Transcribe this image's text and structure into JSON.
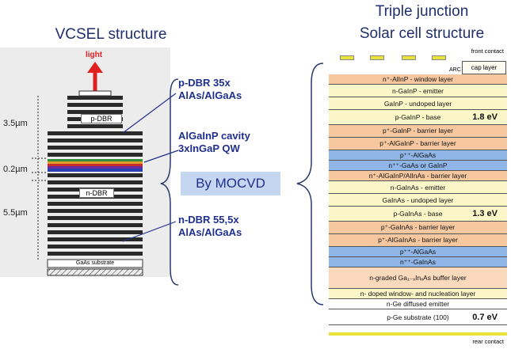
{
  "vcsel": {
    "title": "VCSEL structure",
    "light": "light",
    "p_dbr_label": "p-DBR",
    "n_dbr_label": "n-DBR",
    "substrate": "GaAs substrate",
    "dim_top": "3.5µm",
    "dim_mid": "0.2µm",
    "dim_bot": "5.5µm",
    "callout_pdbr": [
      "p-DBR 35x",
      "AlAs/AlGaAs"
    ],
    "callout_cavity": [
      "AlGaInP cavity",
      "3xInGaP QW"
    ],
    "callout_ndbr": [
      "n-DBR 55,5x",
      "AlAs/AlGaAs"
    ]
  },
  "mocvd_label": "By MOCVD",
  "solar": {
    "title_line1": "Triple junction",
    "title_line2": "Solar cell structure",
    "front_contact": "front contact",
    "cap_layer": "cap layer",
    "arc": "ARC",
    "rear_contact": "rear contact",
    "layers": [
      {
        "text": "n⁺-AlInP - window layer",
        "color": "#f7c8a0"
      },
      {
        "text": "n-GaInP - emitter",
        "color": "#fbf6c8"
      },
      {
        "text": "GaInP - undoped layer",
        "color": "#fbf6c8"
      },
      {
        "text": "p-GaInP - base",
        "color": "#fbf6c8",
        "ev": "1.8 eV"
      },
      {
        "text": "p⁺-GaInP - barrier layer",
        "color": "#f7c8a0"
      },
      {
        "text": "p⁺-AlGaInP - barrier layer",
        "color": "#f7c8a0"
      },
      {
        "text": "p⁺⁺-AlGaAs",
        "color": "#8fb6e6"
      },
      {
        "text": "n⁺⁺-GaAs or GaInP",
        "color": "#8fb6e6"
      },
      {
        "text": "n⁺-AlGaInP/AlInAs - barrier layer",
        "color": "#f7c8a0"
      },
      {
        "text": "n-GaInAs - emitter",
        "color": "#fbf6c8"
      },
      {
        "text": "GaInAs - undoped layer",
        "color": "#fbf6c8"
      },
      {
        "text": "p-GaInAs - base",
        "color": "#fbf6c8",
        "ev": "1.3 eV"
      },
      {
        "text": "p⁺-GaInAs - barrier layer",
        "color": "#f7c8a0"
      },
      {
        "text": "p⁺-AlGaInAs - barrier layer",
        "color": "#f7c8a0"
      },
      {
        "text": "p⁺⁺-AlGaAs",
        "color": "#8fb6e6"
      },
      {
        "text": "n⁺⁺-GaInAs",
        "color": "#8fb6e6"
      },
      {
        "text": "n-graded Ga₁₋ₓInₓAs buffer layer",
        "color": "#fbd9bd"
      },
      {
        "text": "n- doped window- and nucleation layer",
        "color": "#fbf6c8"
      },
      {
        "text": "n-Ge diffused emitter",
        "color": "#ffffff"
      },
      {
        "text": "p-Ge substrate (100)",
        "color": "#ffffff",
        "ev": "0.7 eV"
      }
    ]
  },
  "colors": {
    "title": "#1f2f6e",
    "callout": "#1f2f8e",
    "arrow": "#e02020",
    "mocvd_bg": "#c5d6f0",
    "contact": "#e8e23a"
  }
}
